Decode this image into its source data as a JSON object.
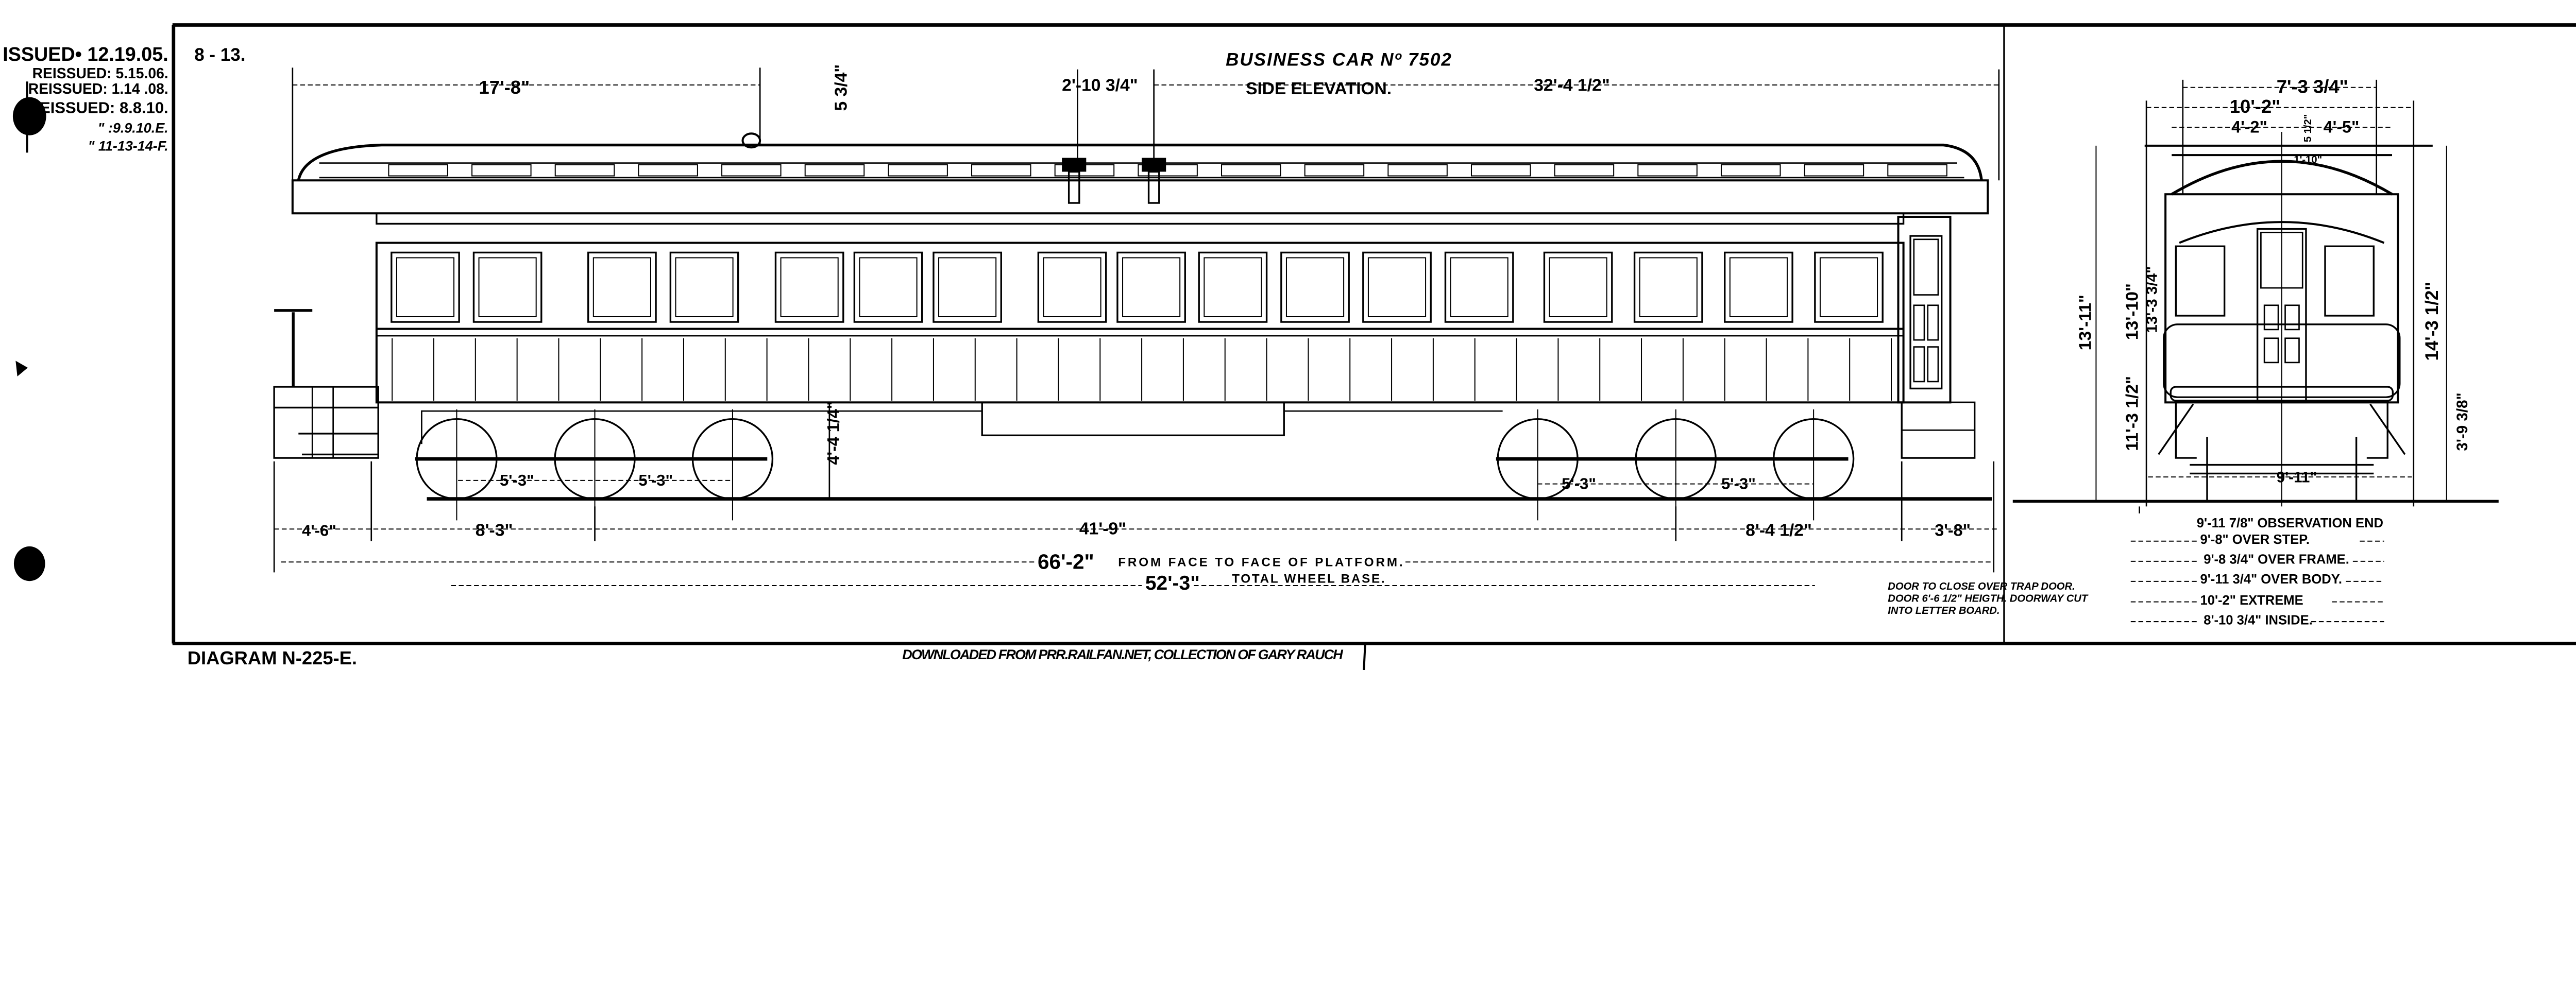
{
  "issue_block": {
    "lines": [
      "ISSUED• 12.19.05.",
      "REISSUED: 5.15.06.",
      "REISSUED: 1.14 .08.",
      "REISSUED: 8.8.10.",
      "\" :9.9.10.E.",
      "\" 11-13-14-F."
    ],
    "sheet_number": "8 - 13."
  },
  "title": {
    "line1": "BUSINESS CAR Nº 7502",
    "line2": "SIDE ELEVATION."
  },
  "side_elevation": {
    "top_dims": {
      "a": "17'-8\"",
      "b": "5 3/4\"",
      "c": "2'-10 3/4\"",
      "d": "32'-4 1/2\""
    },
    "wheel_spacing": [
      "5'-3\"",
      "5'-3\"",
      "5'-3\"",
      "5'-3\""
    ],
    "wheel_height": "4'-4 1/4\"",
    "bottom_dims": [
      "4'-6\"",
      "8'-3\"",
      "41'-9\"",
      "8'-4 1/2\"",
      "3'-8\""
    ],
    "overall_length": {
      "value": "66'-2\"",
      "label": "FROM FACE TO FACE OF PLATFORM."
    },
    "wheel_base": {
      "value": "52'-3\"",
      "label": "TOTAL WHEEL BASE."
    },
    "note": [
      "DOOR TO CLOSE OVER TRAP DOOR.",
      "DOOR 6'-6 1/2\" HEIGTH. DOORWAY CUT",
      "INTO LETTER BOARD."
    ]
  },
  "end_elevation": {
    "width_dims": {
      "w1": "7'-3 3/4\"",
      "w2": "10'-2\"",
      "w3": "4'-2\"",
      "w4": "4'-5\"",
      "w5": "1'-10\"",
      "w6": "5 1/2\""
    },
    "height_dims": {
      "h1": "13'-11\"",
      "h2": "13'-10\"",
      "h3": "13'-3 3/4\"",
      "h4": "14'-3 1/2\"",
      "h5": "11'-3 1/2\"",
      "h6": "3'-9 3/8\""
    },
    "gauge": "9'-11\"",
    "widths": [
      "9'-11 7/8\" OBSERVATION END",
      "9'-8\" OVER STEP.",
      "9'-8 3/4\" OVER FRAME.",
      "9'-11 3/4\" OVER BODY.",
      "10'-2\" EXTREME",
      "8'-10 3/4\" INSIDE."
    ]
  },
  "footer": {
    "diagram_number": "DIAGRAM N-225-E.",
    "credit": "DOWNLOADED FROM PRR.RAILFAN.NET, COLLECTION OF GARY RAUCH"
  },
  "colors": {
    "ink": "#000000",
    "paper": "#ffffff"
  }
}
